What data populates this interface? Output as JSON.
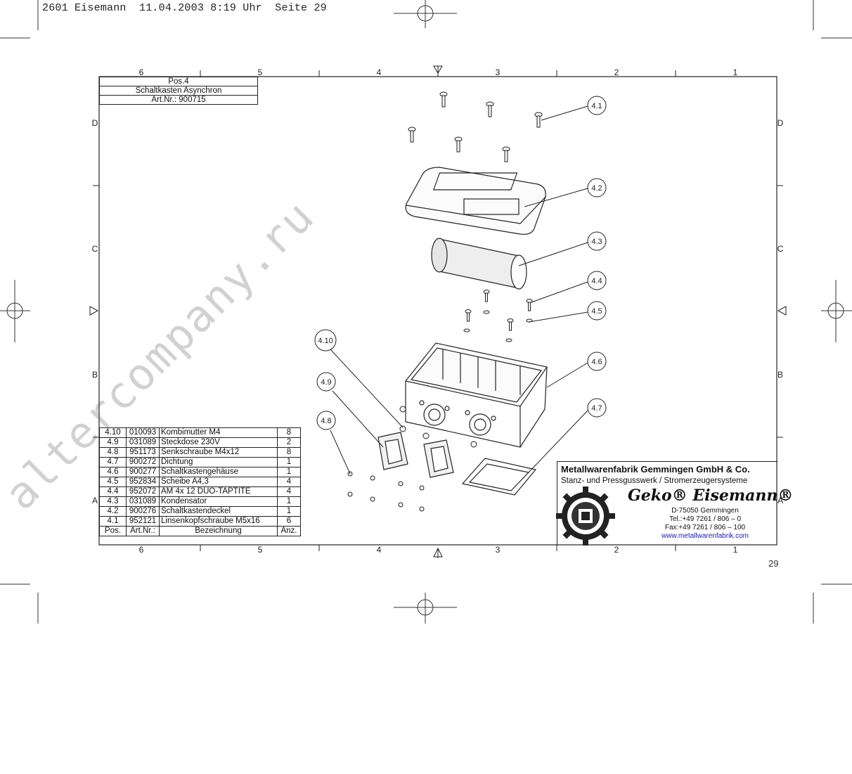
{
  "print_header": "2601 Eisemann  11.04.2003 8:19 Uhr  Seite 29",
  "page_number": "29",
  "frame": {
    "columns": [
      "6",
      "5",
      "4",
      "3",
      "2",
      "1"
    ],
    "rows": [
      "D",
      "C",
      "B",
      "A"
    ]
  },
  "title_block": {
    "position": "Pos.4",
    "name": "Schaltkasten Asynchron",
    "article": "Art.Nr.: 900715"
  },
  "callouts": [
    "4.1",
    "4.2",
    "4.3",
    "4.4",
    "4.5",
    "4.6",
    "4.7",
    "4.8",
    "4.9",
    "4.10"
  ],
  "parts_table": {
    "headers": [
      "Pos.",
      "Art.Nr.:",
      "Bezeichnung",
      "Anz."
    ],
    "rows": [
      {
        "pos": "4.10",
        "art": "010093",
        "desc": "Kombimutter M4",
        "qty": "8"
      },
      {
        "pos": "4.9",
        "art": "031089",
        "desc": "Steckdose 230V",
        "qty": "2"
      },
      {
        "pos": "4.8",
        "art": "951173",
        "desc": "Senkschraube M4x12",
        "qty": "8"
      },
      {
        "pos": "4.7",
        "art": "900272",
        "desc": "Dichtung",
        "qty": "1"
      },
      {
        "pos": "4.6",
        "art": "900277",
        "desc": "Schaltkastengehäuse",
        "qty": "1"
      },
      {
        "pos": "4.5",
        "art": "952834",
        "desc": "Scheibe A4,3",
        "qty": "4"
      },
      {
        "pos": "4.4",
        "art": "952072",
        "desc": "AM 4x 12 DUO-TAPTITE",
        "qty": "4"
      },
      {
        "pos": "4.3",
        "art": "031089",
        "desc": "Kondensator",
        "qty": "1"
      },
      {
        "pos": "4.2",
        "art": "900276",
        "desc": "Schaltkastendeckel",
        "qty": "1"
      },
      {
        "pos": "4.1",
        "art": "952121",
        "desc": "Linsenkopfschraube M5x16",
        "qty": "6"
      }
    ]
  },
  "manufacturer": {
    "name": "Metallwarenfabrik Gemmingen GmbH & Co.",
    "subtitle": "Stanz- und Pressgusswerk  /  Stromerzeugersysteme",
    "brand": "Geko® Eisemann®",
    "address": "D-75050 Gemmingen",
    "tel": "Tel.:+49 7261 / 806 – 0",
    "fax": "Fax:+49 7261 / 806 – 100",
    "url": "www.metallwarenfabrik.com"
  },
  "watermark": "altercompany.ru"
}
